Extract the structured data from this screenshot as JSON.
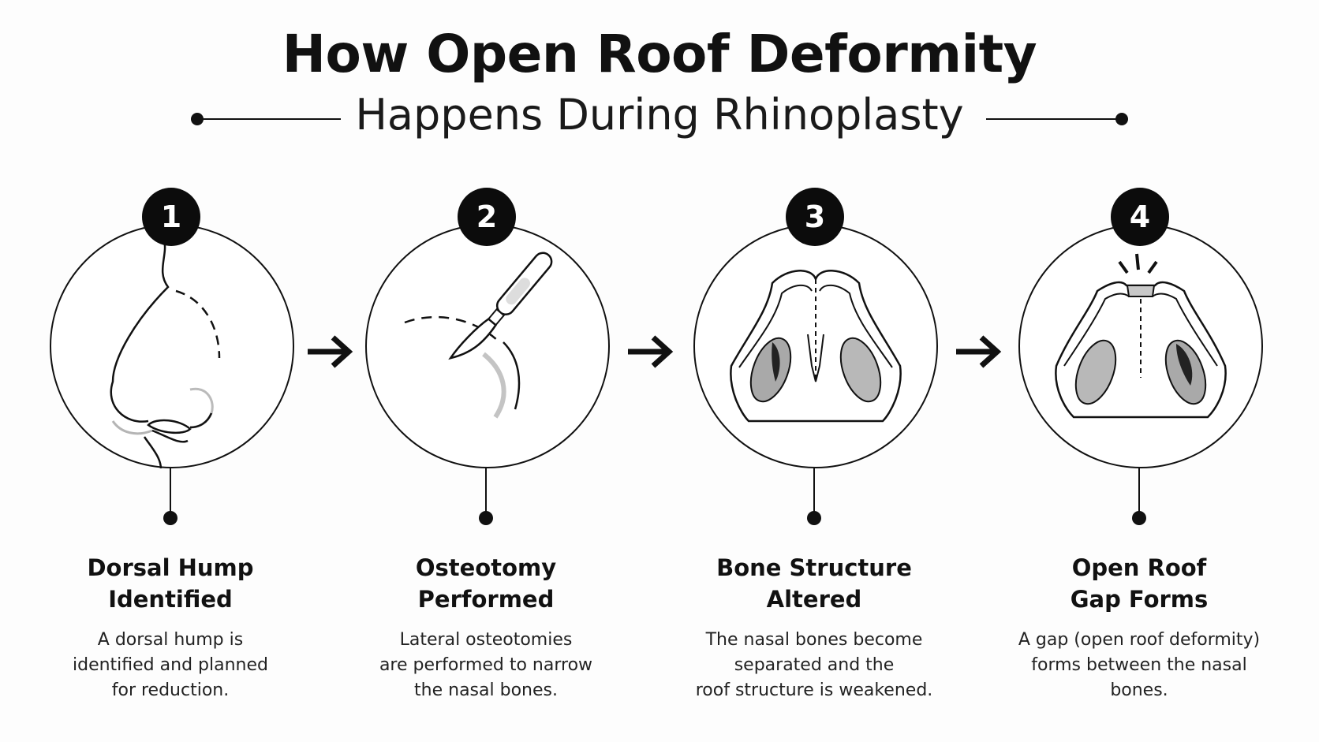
{
  "header": {
    "title": "How Open Roof Deformity",
    "subtitle": "Happens During Rhinoplasty"
  },
  "steps": [
    {
      "number": "1",
      "title_line1": "Dorsal Hump",
      "title_line2": "Identified",
      "desc_line1": "A dorsal hump is",
      "desc_line2": "identified and planned",
      "desc_line3": "for reduction.",
      "illustration": "nose-profile-icon"
    },
    {
      "number": "2",
      "title_line1": "Osteotomy",
      "title_line2": "Performed",
      "desc_line1": "Lateral osteotomies",
      "desc_line2": "are performed to narrow",
      "desc_line3": "the nasal bones.",
      "illustration": "scalpel-icon"
    },
    {
      "number": "3",
      "title_line1": "Bone Structure",
      "title_line2": "Altered",
      "desc_line1": "The nasal bones become",
      "desc_line2": "separated and the",
      "desc_line3": "roof structure is weakened.",
      "illustration": "nasal-bones-separated-icon"
    },
    {
      "number": "4",
      "title_line1": "Open Roof",
      "title_line2": "Gap Forms",
      "desc_line1": "A gap (open roof deformity)",
      "desc_line2": "forms between the nasal",
      "desc_line3": "bones.",
      "illustration": "open-roof-gap-icon"
    }
  ],
  "colors": {
    "ink": "#111111",
    "background": "#fdfdfd",
    "shade": "#9a9a9a"
  }
}
